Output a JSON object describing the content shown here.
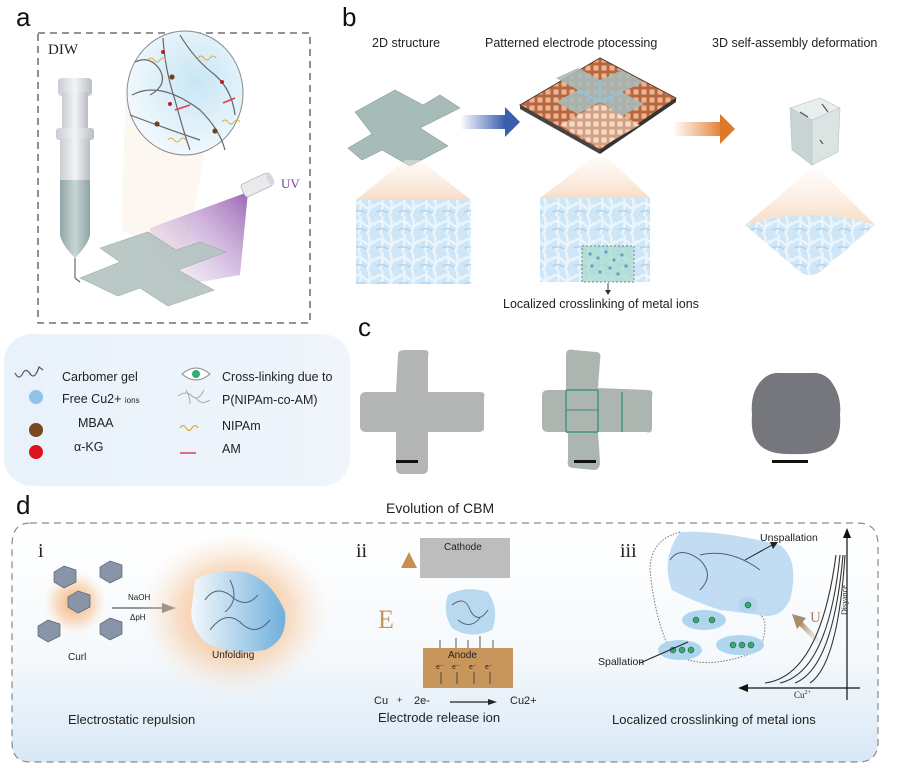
{
  "panel_a": {
    "letter": "a",
    "diw_label": "DIW",
    "uv_label": "UV"
  },
  "legend": {
    "items_left": [
      {
        "label": "Carbomer gel",
        "icon": "carbomer-gel-icon"
      },
      {
        "label": "Free Cu2+",
        "suffix": "ions",
        "icon": "blue-dot-icon",
        "color": "#8fc4e8"
      },
      {
        "label": "MBAA",
        "icon": "brown-dot-icon",
        "color": "#7a4a1e"
      },
      {
        "label": "α-KG",
        "icon": "red-dot-icon",
        "color": "#e0121b"
      }
    ],
    "items_right": [
      {
        "label": "Cross-linking due to",
        "icon": "eye-crosslink-icon",
        "color": "#2fae6d"
      },
      {
        "label": "P(NIPAm-co-AM)",
        "icon": "branch-icon"
      },
      {
        "label": "NIPAm",
        "icon": "wave-icon",
        "color": "#e0b040"
      },
      {
        "label": "AM",
        "icon": "red-line-icon",
        "color": "#d94050"
      }
    ]
  },
  "panel_b": {
    "letter": "b",
    "step_labels": [
      "2D structure",
      "Patterned electrode ptocessing",
      "3D self-assembly deformation"
    ],
    "annotation": "Localized crosslinking of metal ions"
  },
  "panel_c": {
    "letter": "c"
  },
  "panel_d": {
    "letter": "d",
    "title": "Evolution of CBM",
    "sub_i": {
      "numeral": "i",
      "reagent_top": "NaOH",
      "reagent_bottom": "ΔpH",
      "left_label": "Curl",
      "right_label": "Unfolding",
      "caption": "Electrostatic repulsion"
    },
    "sub_ii": {
      "numeral": "ii",
      "cathode": "Cathode",
      "anode": "Anode",
      "field": "E",
      "electron": "e⁻",
      "eq_left": "Cu",
      "eq_plus": "+",
      "eq_mid": "2e-",
      "eq_right": "Cu2+",
      "caption": "Electrode release ion"
    },
    "sub_iii": {
      "numeral": "iii",
      "unspallation": "Unspallation",
      "spallation": "Spallation",
      "u_label": "U",
      "y_axis": "Disyance",
      "x_axis": "Cu",
      "x_axis_sup": "2+",
      "caption": "Localized crosslinking of metal ions"
    }
  },
  "colors": {
    "orange": "#e8863a",
    "blue_arrow": "#3a5fb0",
    "copper": "#c87a4e",
    "anode": "#c8965a",
    "cathode": "#b8b8b8",
    "ice_blue": "#bcdcf3"
  }
}
